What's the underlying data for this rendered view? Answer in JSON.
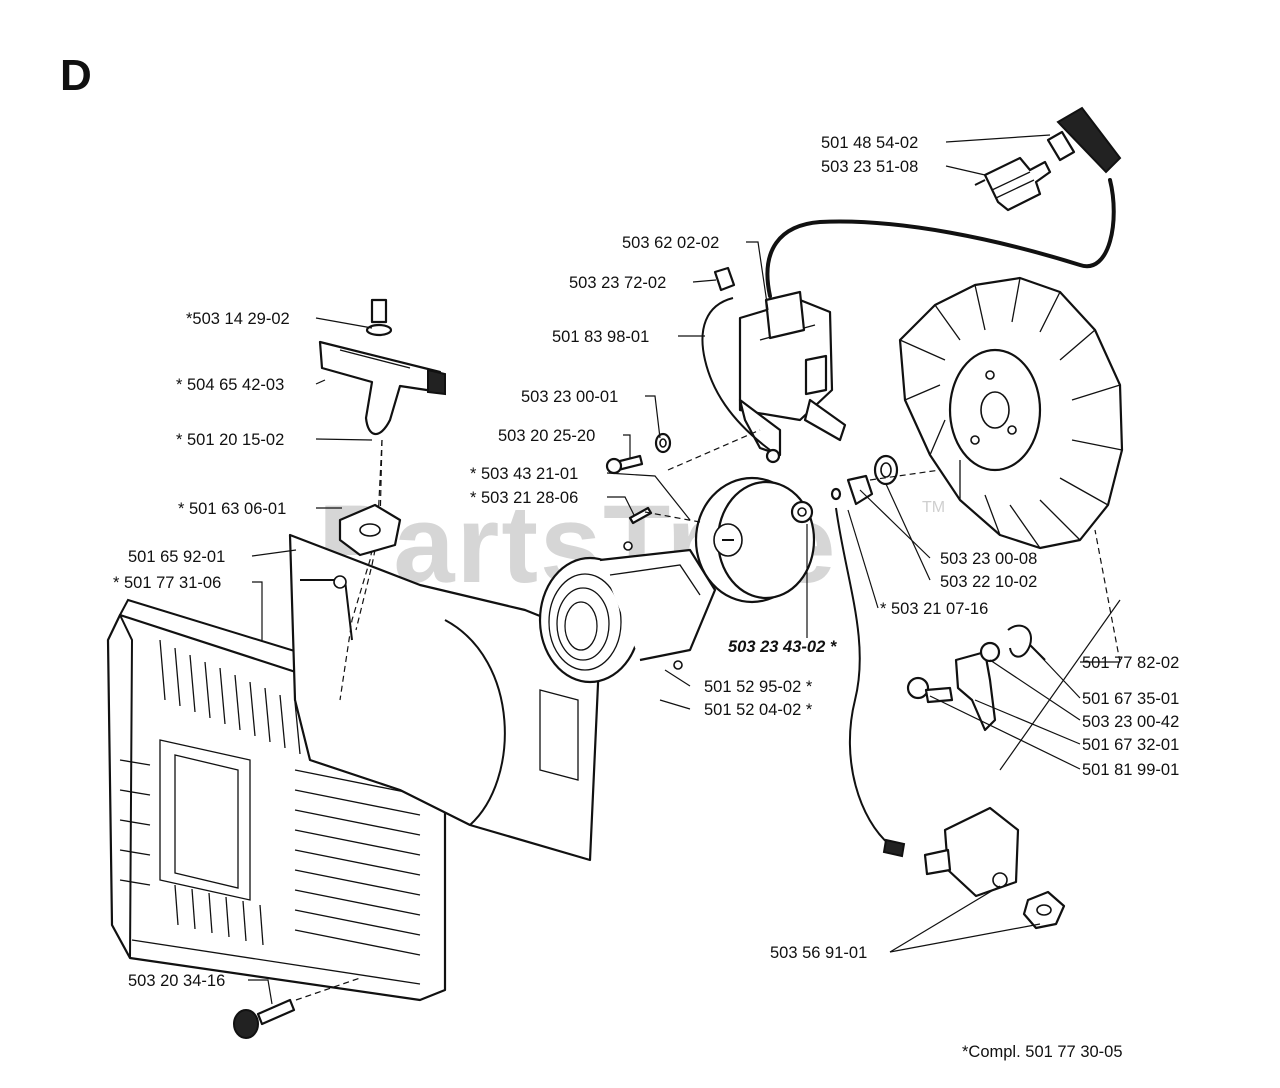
{
  "section_letter": "D",
  "watermark": "PartsTree",
  "watermark_tm": "TM",
  "footnote": "*Compl.  501 77 30-05",
  "labels": [
    "501 48 54-02",
    "503 23 51-08",
    "503 62 02-02",
    "503 23 72-02",
    "501 83 98-01",
    "*503 14 29-02",
    "* 504 65 42-03",
    "* 501 20 15-02",
    "503 23 00-01",
    "503 20 25-20",
    "* 503 43 21-01",
    "* 503 21 28-06",
    "* 501 63 06-01",
    "501 65 92-01",
    "* 501 77 31-06",
    "503 23 00-08",
    "503 22 10-02",
    "* 503 21 07-16",
    "503 23 43-02 *",
    "501 77 82-02",
    "501 67 35-01",
    "503 23 00-42",
    "501 67 32-01",
    "501 81 99-01",
    "501 52 95-02 *",
    "501 52 04-02 *",
    "503 56 91-01",
    "503 20 34-16"
  ],
  "colors": {
    "ink": "#111111",
    "paper": "#ffffff",
    "watermark": "#d6d6d6"
  }
}
